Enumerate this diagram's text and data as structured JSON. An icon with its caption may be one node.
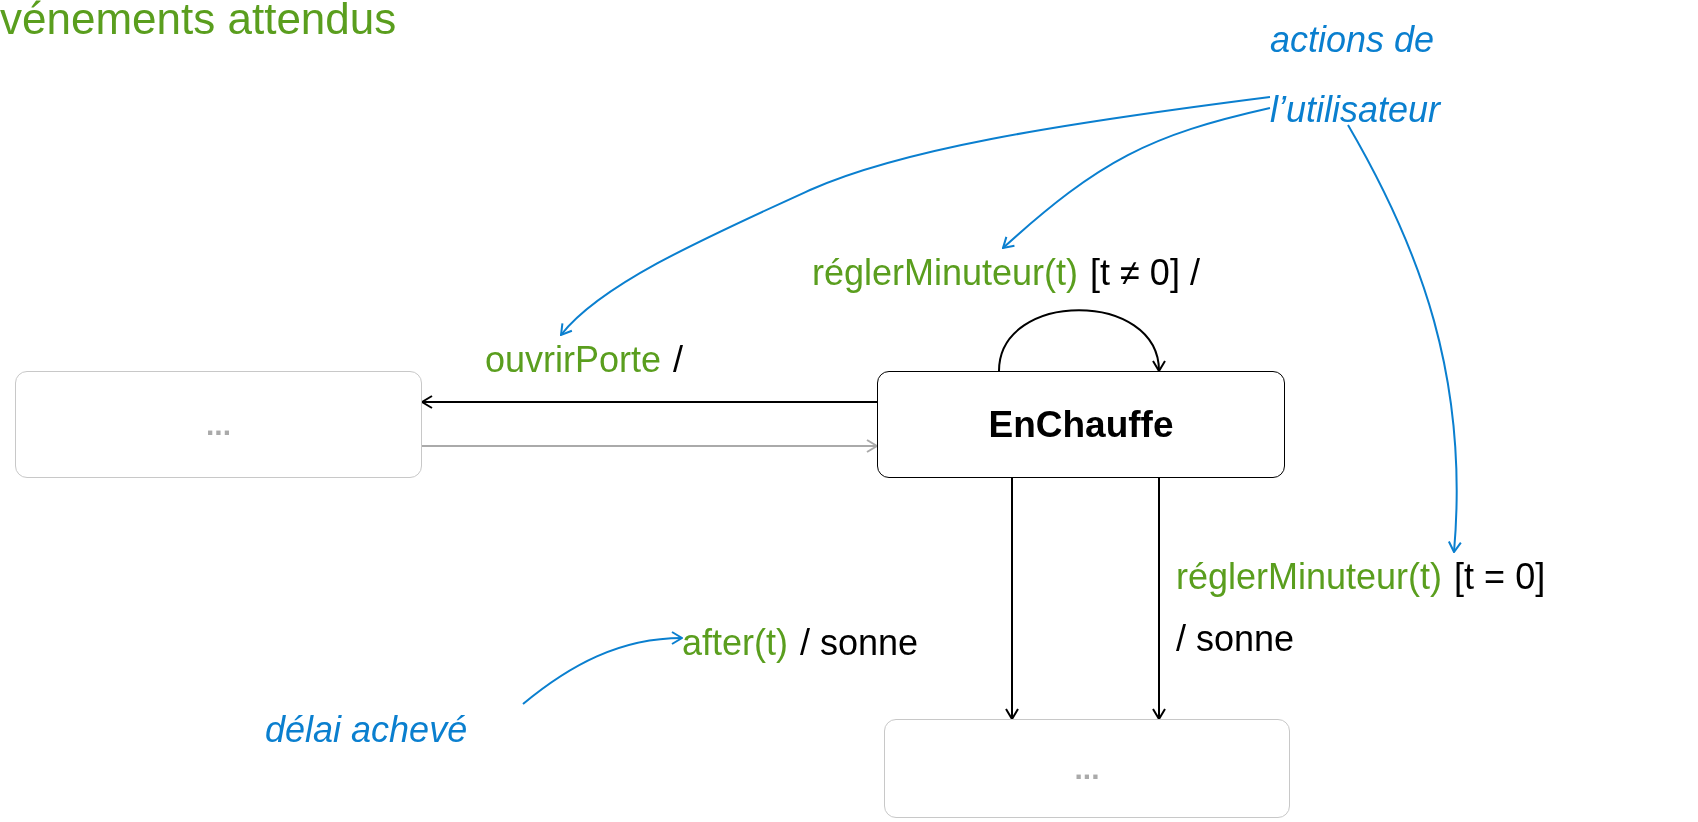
{
  "diagram": {
    "title": "vénements attendus",
    "nodes": [
      {
        "text": [
          "..."
        ]
      },
      {
        "text": [
          "EnChauffe"
        ]
      },
      {
        "text": [
          "..."
        ]
      },
      {
        "text": [
          "ouvrirPorte",
          "/"
        ]
      },
      {
        "text": [
          "réglerMinuteur(t)",
          "[t ≠ 0] /"
        ]
      },
      {
        "text": [
          "réglerMinuteur(t)",
          "[t = 0]",
          "/ sonne"
        ]
      },
      {
        "text": [
          "after(t)",
          "/ sonne"
        ]
      },
      {
        "text": [
          "actions de l’utilisateur"
        ]
      },
      {
        "text": [
          "délai achevé"
        ]
      }
    ],
    "edges": [
      {
        "from": 1,
        "to": 0,
        "arrow": "to"
      },
      {
        "from": 0,
        "to": 1,
        "arrow": "to",
        "color": "#aaaaaa"
      },
      {
        "from": 1,
        "to": 1,
        "arrow": "to"
      },
      {
        "from": 1,
        "to": 2,
        "arrow": "to"
      },
      {
        "from": 1,
        "to": 2,
        "arrow": "to"
      },
      {
        "from": 7,
        "to": 3,
        "arrow": "to",
        "color": "#0a7fcf"
      },
      {
        "from": 7,
        "to": 4,
        "arrow": "to",
        "color": "#0a7fcf"
      },
      {
        "from": 7,
        "to": 5,
        "arrow": "to",
        "color": "#0a7fcf"
      },
      {
        "from": 8,
        "to": 6,
        "arrow": "to",
        "color": "#0a7fcf"
      }
    ]
  }
}
